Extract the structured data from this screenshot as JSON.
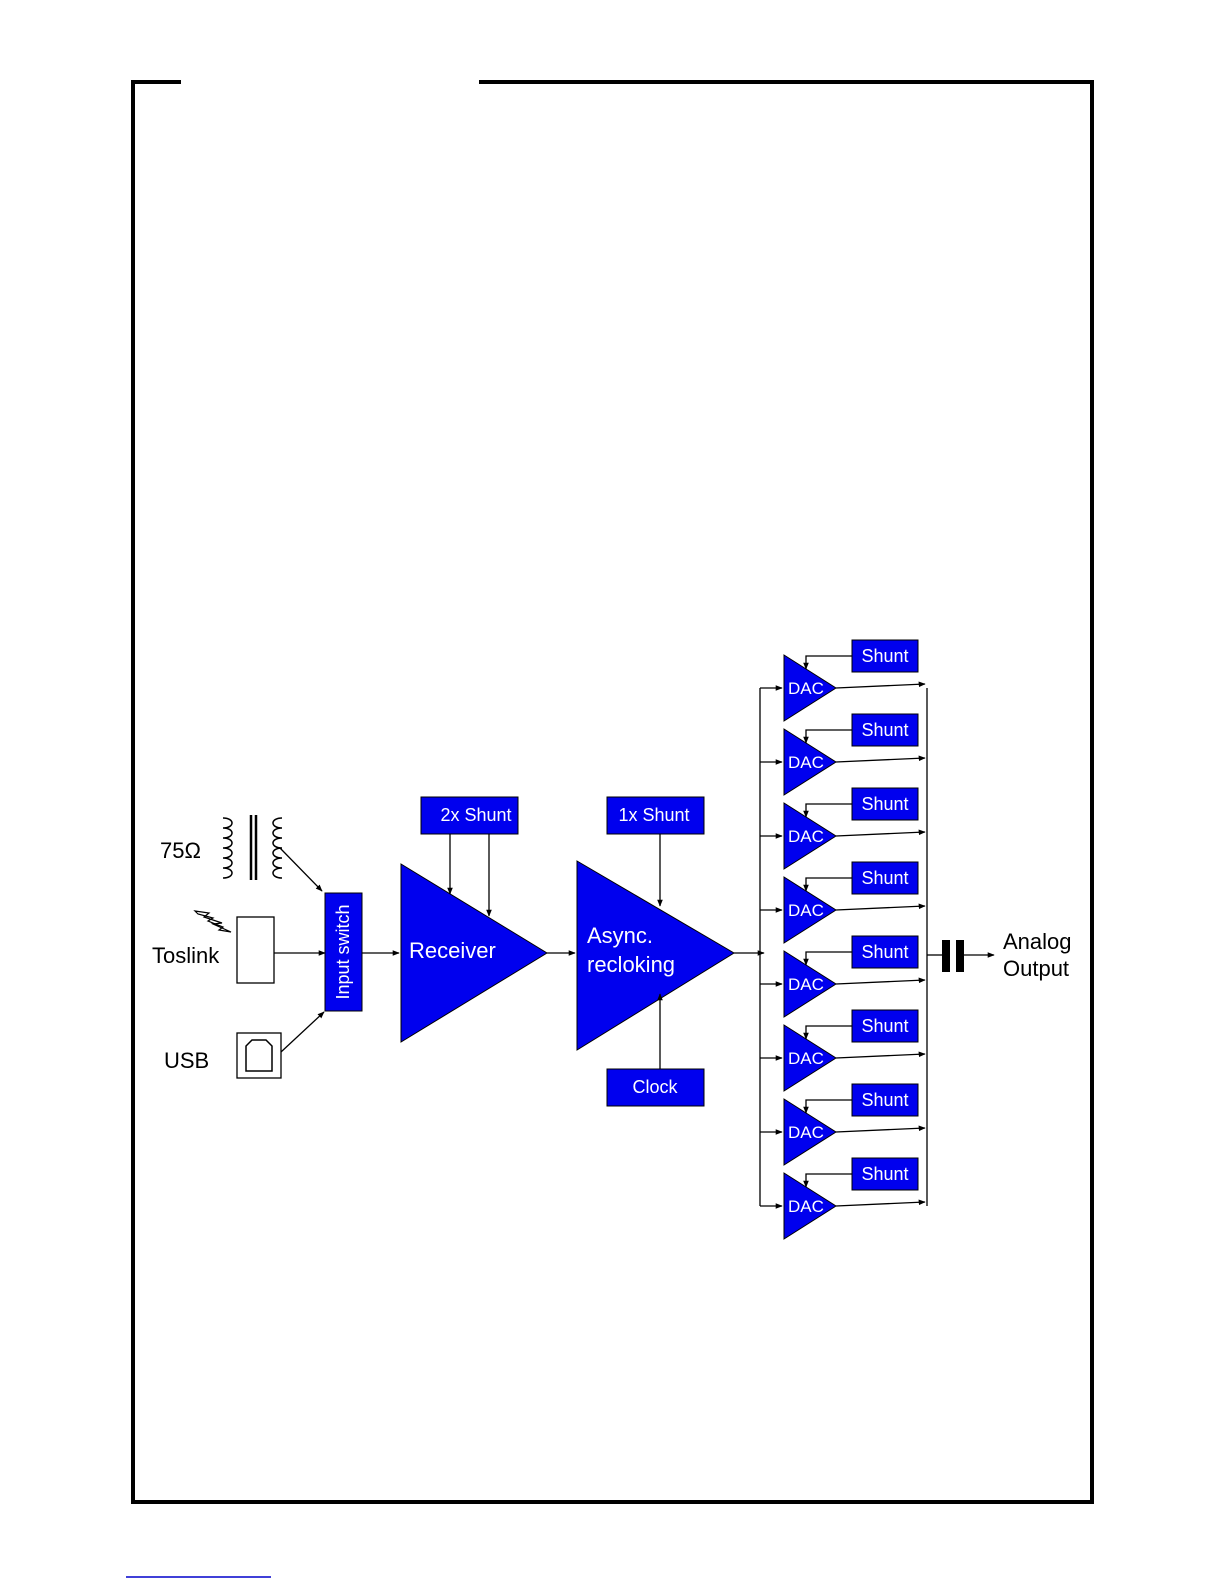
{
  "colors": {
    "block_fill": "#0000ee",
    "block_text": "#ffffff",
    "line": "#000000",
    "background": "#ffffff",
    "footer_rule": "#0000cc"
  },
  "inputs": {
    "coax_label": "75Ω",
    "toslink_label": "Toslink",
    "usb_label": "USB"
  },
  "blocks": {
    "input_switch": "Input switch",
    "receiver": "Receiver",
    "receiver_shunt": "2x Shunt",
    "reclocking_line1": "Async.",
    "reclocking_line2": "recloking",
    "reclocking_shunt": "1x Shunt",
    "clock": "Clock"
  },
  "dac_label": "DAC",
  "shunt_label": "Shunt",
  "output": {
    "line1": "Analog",
    "line2": "Output"
  },
  "icons": [
    "transformer-icon",
    "light-bolt-icon",
    "toslink-port-icon",
    "usb-b-port-icon",
    "capacitor-icon"
  ]
}
